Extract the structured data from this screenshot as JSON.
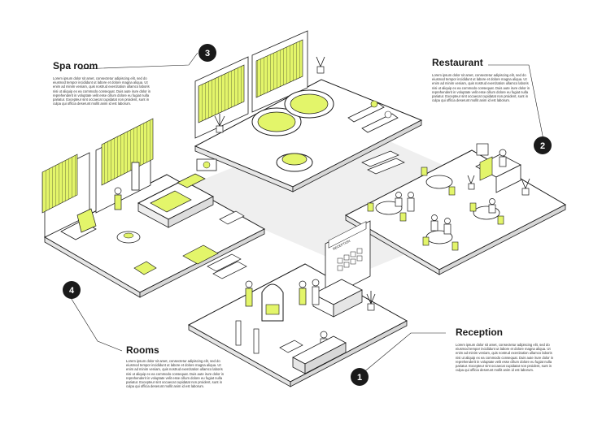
{
  "colors": {
    "accent": "#e3f56a",
    "ink": "#1a1a1a",
    "floor": "#ffffff",
    "shadow": "#ededed"
  },
  "sections": {
    "spa": {
      "number": "3",
      "title": "Spa room",
      "description": "Lorem ipsum dolor sit amet, consectetur adipiscing elit, sed do eiusmod tempor incididunt ut labore et dolore magna aliqua. Ut enim ad minim veniam, quis nostrud exercitation ullamco laboris nisi ut aliquip ex ea commodo consequat. Duis aute irure dolor in reprehenderit in voluptate velit esse cillum dolore eu fugiat nulla pariatur. Excepteur sint occaecat cupidatat non proident, sunt in culpa qui officia deserunt mollit anim id est laborum."
    },
    "restaurant": {
      "number": "2",
      "title": "Restaurant",
      "description": "Lorem ipsum dolor sit amet, consectetur adipiscing elit, sed do eiusmod tempor incididunt ut labore et dolore magna aliqua. Ut enim ad minim veniam, quis nostrud exercitation ullamco laboris nisi ut aliquip ex ea commodo consequat. Duis aute irure dolor in reprehenderit in voluptate velit esse cillum dolore eu fugiat nulla pariatur. Excepteur sint occaecat cupidatat non proident, sunt in culpa qui officia deserunt mollit anim id est laborum."
    },
    "rooms": {
      "number": "4",
      "title": "Rooms",
      "description": "Lorem ipsum dolor sit amet, consectetur adipiscing elit, sed do eiusmod tempor incididunt ut labore et dolore magna aliqua. Ut enim ad minim veniam, quis nostrud exercitation ullamco laboris nisi ut aliquip ex ea commodo consequat. Duis aute irure dolor in reprehenderit in voluptate velit esse cillum dolore eu fugiat nulla pariatur. Excepteur sint occaecat cupidatat non proident, sunt in culpa qui officia deserunt mollit anim id est laborum."
    },
    "reception": {
      "number": "1",
      "title": "Reception",
      "description": "Lorem ipsum dolor sit amet, consectetur adipiscing elit, sed do eiusmod tempor incididunt ut labore et dolore magna aliqua. Ut enim ad minim veniam, quis nostrud exercitation ullamco laboris nisi ut aliquip ex ea commodo consequat. Duis aute irure dolor in reprehenderit in voluptate velit esse cillum dolore eu fugiat nulla pariatur. Excepteur sint occaecat cupidatat non proident, sunt in culpa qui officia deserunt mollit anim id est laborum."
    }
  },
  "reception_sign": "RECEPTION"
}
